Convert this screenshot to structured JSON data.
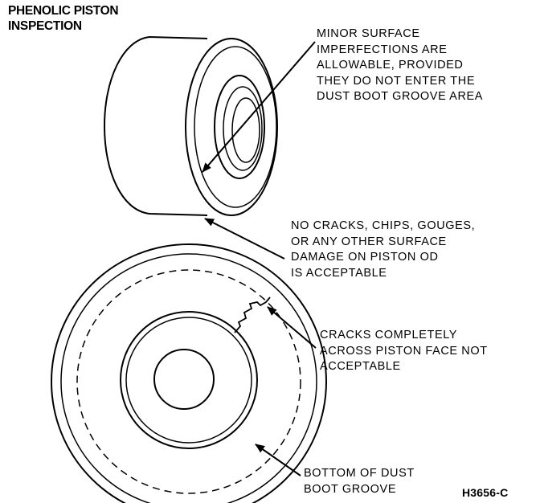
{
  "title": {
    "line1": "PHENOLIC PISTON",
    "line2": "INSPECTION"
  },
  "callouts": {
    "surface": {
      "lines": [
        "MINOR SURFACE",
        "IMPERFECTIONS ARE",
        "ALLOWABLE, PROVIDED",
        "THEY DO NOT ENTER THE",
        "DUST BOOT GROOVE AREA"
      ]
    },
    "od_damage": {
      "lines": [
        "NO CRACKS, CHIPS, GOUGES,",
        "OR ANY OTHER SURFACE",
        "DAMAGE ON PISTON OD",
        "IS ACCEPTABLE"
      ]
    },
    "cracks": {
      "lines": [
        "CRACKS COMPLETELY",
        "ACROSS PISTON FACE NOT",
        "ACCEPTABLE"
      ]
    },
    "groove": {
      "lines": [
        "BOTTOM OF DUST",
        "BOOT GROOVE"
      ]
    }
  },
  "figure_id": "H3656-C"
}
